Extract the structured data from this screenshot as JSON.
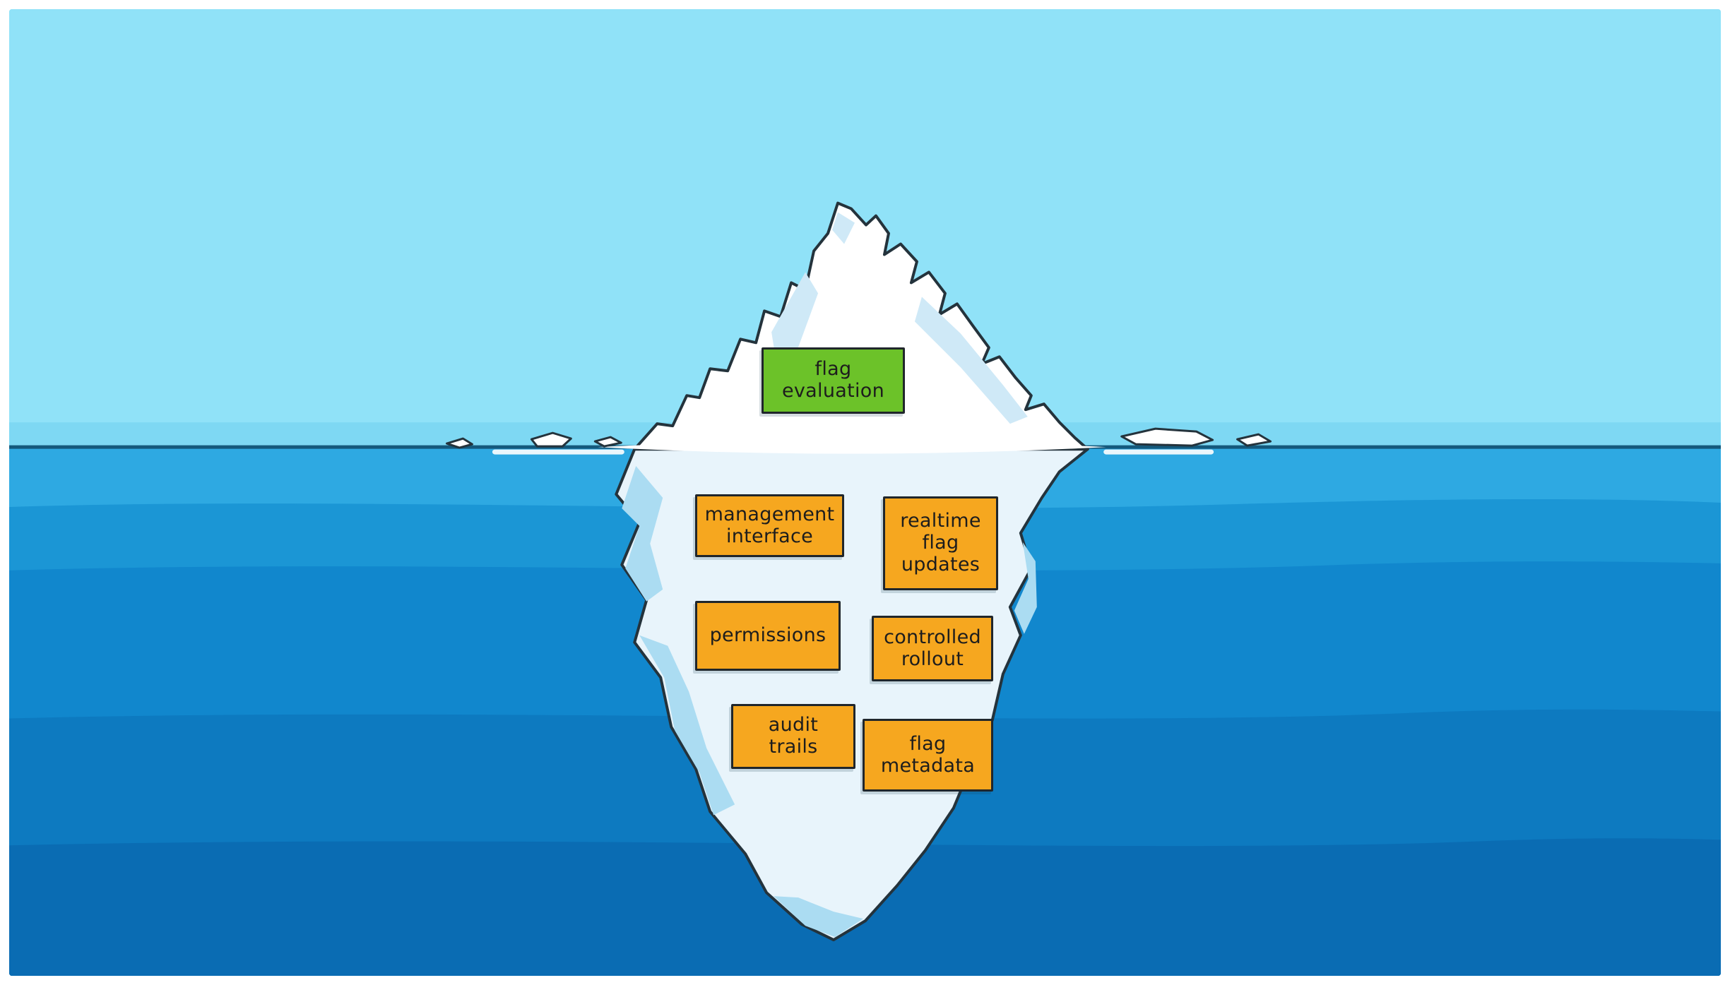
{
  "colors": {
    "sky": "#90e2f8",
    "sky_horizon": "#7ed8f3",
    "water_1": "#2ea9e2",
    "water_2": "#1b96d5",
    "water_3": "#1187cd",
    "water_4": "#0d7ac0",
    "water_5": "#0a6cb3",
    "horizon_line": "#14597c",
    "outline": "#24333c",
    "iceberg_above": "#ffffff",
    "iceberg_shade": "#cfe9f7",
    "iceberg_below": "#e8f4fb",
    "iceberg_below_shade": "#abdcf2",
    "foam": "#ffffff",
    "label_green_bg": "#6cc229",
    "label_orange_bg": "#f6a71f",
    "label_border": "#20262b",
    "label_text": "#1d1d1d"
  },
  "labels": [
    {
      "id": "flag-evaluation",
      "variant": "green",
      "lines": [
        "flag",
        "evaluation"
      ]
    },
    {
      "id": "management-interface",
      "variant": "orange",
      "lines": [
        "management",
        "interface"
      ]
    },
    {
      "id": "realtime-flag-updates",
      "variant": "orange",
      "lines": [
        "realtime",
        "flag",
        "updates"
      ]
    },
    {
      "id": "permissions",
      "variant": "orange",
      "lines": [
        "permissions"
      ]
    },
    {
      "id": "controlled-rollout",
      "variant": "orange",
      "lines": [
        "controlled",
        "rollout"
      ]
    },
    {
      "id": "audit-trails",
      "variant": "orange",
      "lines": [
        "audit",
        "trails"
      ]
    },
    {
      "id": "flag-metadata",
      "variant": "orange",
      "lines": [
        "flag",
        "metadata"
      ]
    }
  ]
}
